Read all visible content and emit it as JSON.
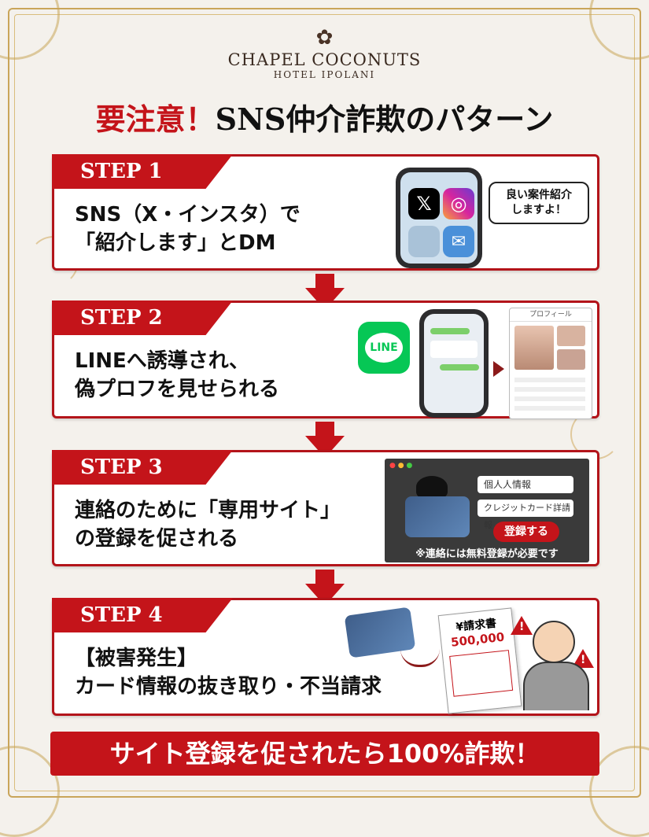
{
  "brand": {
    "name": "CHAPEL COCONUTS",
    "sub": "HOTEL IPOLANI",
    "logo_icon": "flower-icon"
  },
  "headline": {
    "warn": "要注意！",
    "rest": "SNS仲介詐欺のパターン"
  },
  "steps": [
    {
      "tag": "STEP 1",
      "line1": "SNS（X・インスタ）で",
      "line2": "「紹介します」とDM"
    },
    {
      "tag": "STEP 2",
      "line1": "LINEへ誘導され、",
      "line2": "偽プロフを見せられる"
    },
    {
      "tag": "STEP 3",
      "line1": "連絡のために「専用サイト」",
      "line2": "の登録を促される"
    },
    {
      "tag": "STEP 4",
      "line1": "【被害発生】",
      "line2": "カード情報の抜き取り・不当請求"
    }
  ],
  "illustrations": {
    "step1_bubble_l1": "良い案件紹介",
    "step1_bubble_l2": "しますよ！",
    "step2_line_logo": "LINE",
    "step2_profile_title": "プロフィール",
    "step3_input1": "個人人情報",
    "step3_input2": "クレジットカード詳請報",
    "step3_button": "登録する",
    "step3_note": "※連絡には無料登録が必要です",
    "step4_invoice_title": "¥請求書",
    "step4_invoice_amount": "500,000"
  },
  "banner": "サイト登録を促されたら100%詐欺！",
  "colors": {
    "accent": "#c4141a",
    "gold": "#c9a55a"
  }
}
